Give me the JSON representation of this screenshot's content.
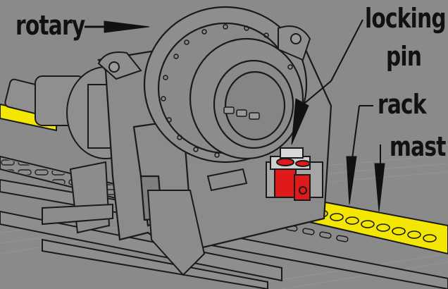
{
  "labels": {
    "rotary": "rotary",
    "locking": "locking",
    "pin": "pin",
    "rack": "rack",
    "mast": "mast"
  },
  "colors": {
    "background": "#8a8a8a",
    "line": "#1a1a1a",
    "machine_fill": "#909090",
    "rack_yellow": "#f3e600",
    "pin_red": "#e01a1a",
    "arrow": "#111111"
  }
}
